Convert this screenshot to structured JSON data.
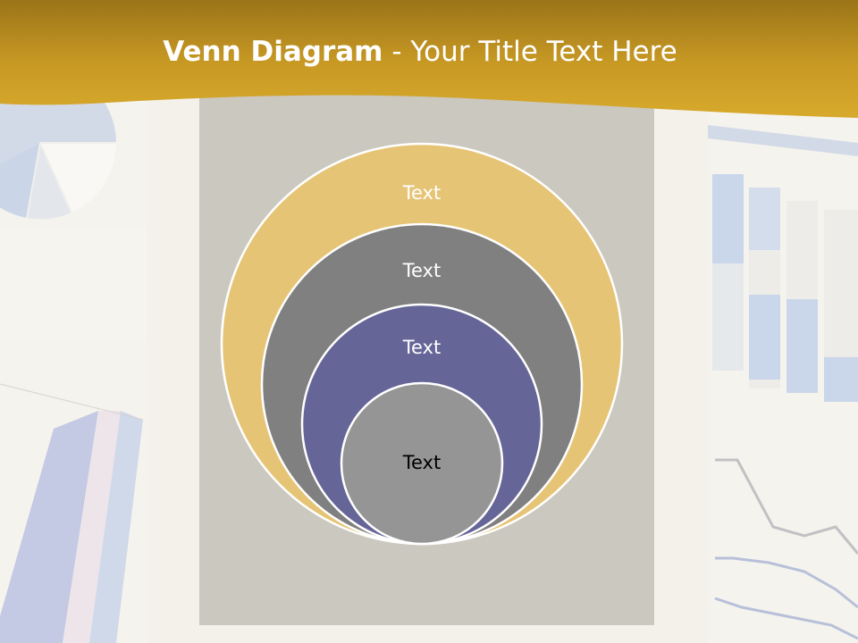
{
  "slide": {
    "title_bold": "Venn Diagram",
    "title_rest": " - Your Title Text Here"
  },
  "venn": {
    "rings": [
      {
        "label": "Text",
        "fill": "#e6c476",
        "text_color": "#ffffff"
      },
      {
        "label": "Text",
        "fill": "#808080",
        "text_color": "#ffffff"
      },
      {
        "label": "Text",
        "fill": "#656598",
        "text_color": "#ffffff"
      },
      {
        "label": "Text",
        "fill": "#959595",
        "text_color": "#000000"
      }
    ]
  },
  "colors": {
    "header_gold": "#c99a24",
    "header_dark": "#9a7418",
    "panel": "#cbc8bf",
    "ring_stroke": "#ffffff"
  }
}
